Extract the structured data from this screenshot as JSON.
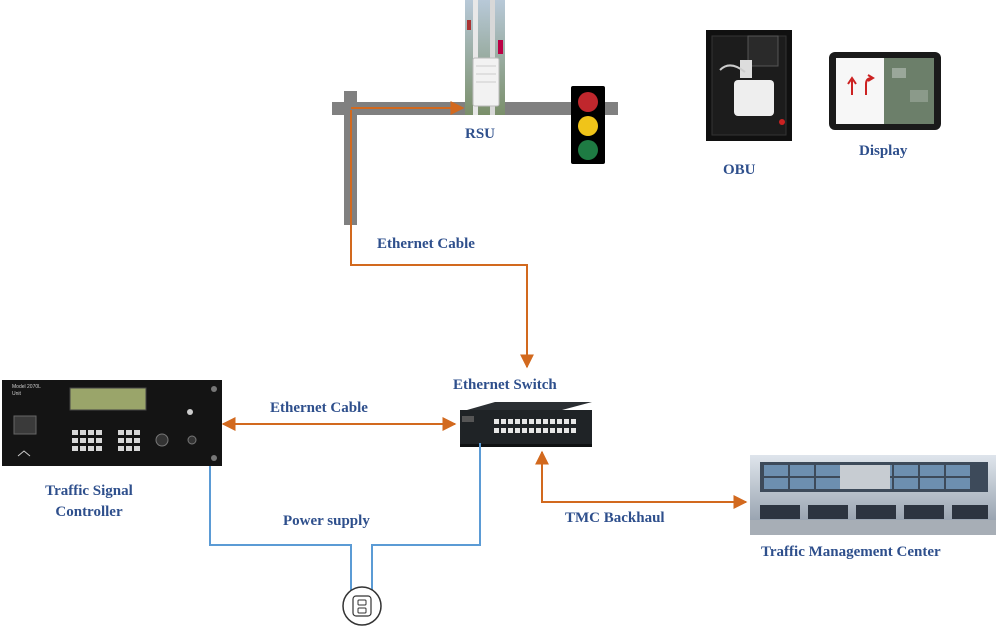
{
  "labels": {
    "rsu": "RSU",
    "obu": "OBU",
    "display": "Display",
    "ethernet_cable_top": "Ethernet Cable",
    "ethernet_switch": "Ethernet Switch",
    "ethernet_cable_mid": "Ethernet Cable",
    "tsc_line1": "Traffic Signal",
    "tsc_line2": "Controller",
    "power_supply": "Power supply",
    "tmc_backhaul": "TMC Backhaul",
    "tmc": "Traffic Management Center"
  },
  "controller": {
    "model": "Model 2070L",
    "unit": "Unit"
  },
  "colors": {
    "ethernet": "#d2691e",
    "power": "#5b9bd5",
    "label": "#2e4f8c",
    "pole": "#808080",
    "signal_red": "#c0272d",
    "signal_yellow": "#f0c419",
    "signal_green": "#1e7b43"
  }
}
